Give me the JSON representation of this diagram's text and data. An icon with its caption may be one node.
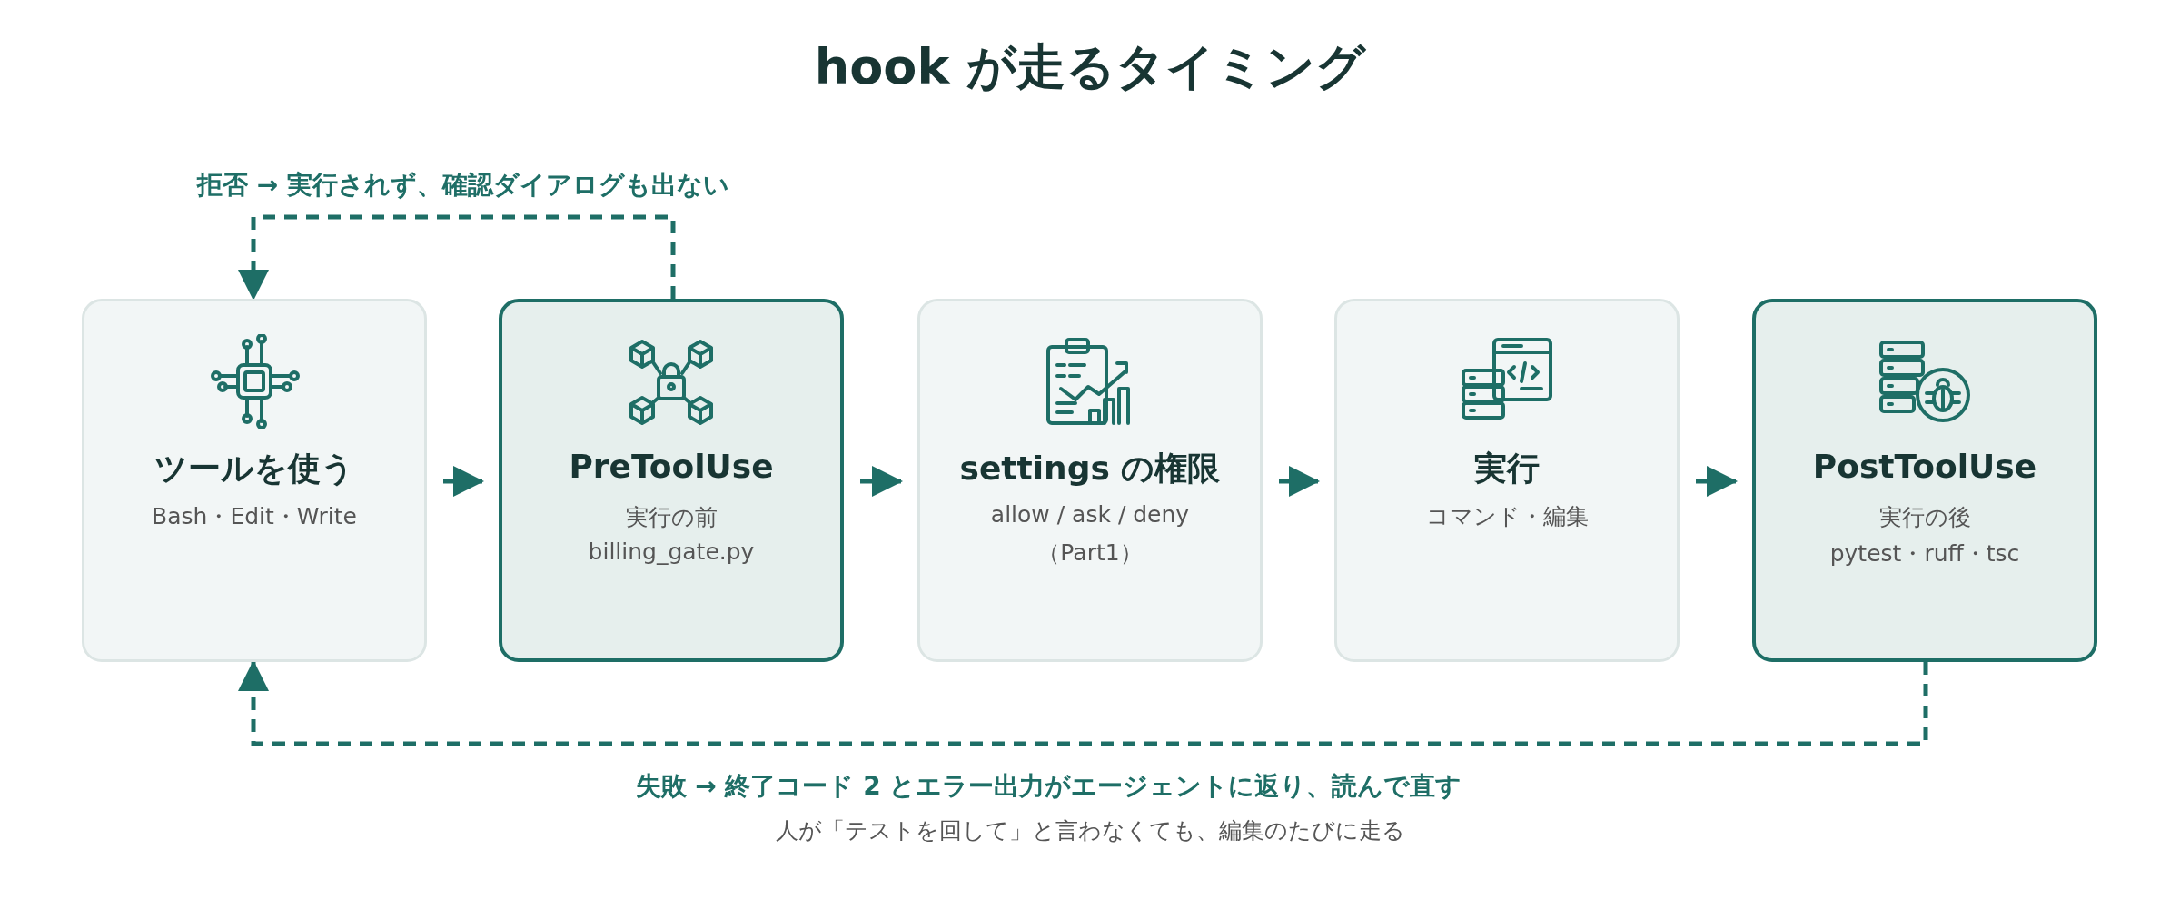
{
  "diagram": {
    "title": "hook が走るタイミング",
    "nodes": [
      {
        "text": [
          "ツールを使う",
          "Bash・Edit・Write"
        ]
      },
      {
        "text": [
          "PreToolUse",
          "実行の前",
          "billing_gate.py"
        ]
      },
      {
        "text": [
          "settings の権限",
          "allow / ask / deny",
          "（Part1）"
        ]
      },
      {
        "text": [
          "実行",
          "コマンド・編集"
        ]
      },
      {
        "text": [
          "PostToolUse",
          "実行の後",
          "pytest・ruff・tsc"
        ]
      }
    ],
    "edges": [
      {
        "from": 0,
        "to": 1,
        "arrow": "to"
      },
      {
        "from": 1,
        "to": 2,
        "arrow": "to"
      },
      {
        "from": 2,
        "to": 3,
        "arrow": "to"
      },
      {
        "from": 3,
        "to": 4,
        "arrow": "to"
      },
      {
        "from": 1,
        "to": 0,
        "arrow": "to",
        "style": "dashed",
        "label": "拒否 → 実行されず、確認ダイアログも出ない"
      },
      {
        "from": 4,
        "to": 0,
        "arrow": "to",
        "style": "dashed",
        "label": "失敗 → 終了コード 2 とエラー出力がエージェントに返り、読んで直す"
      }
    ],
    "labels": [
      "人が「テストを回して」と言わなくても、編集のたびに走る"
    ]
  }
}
